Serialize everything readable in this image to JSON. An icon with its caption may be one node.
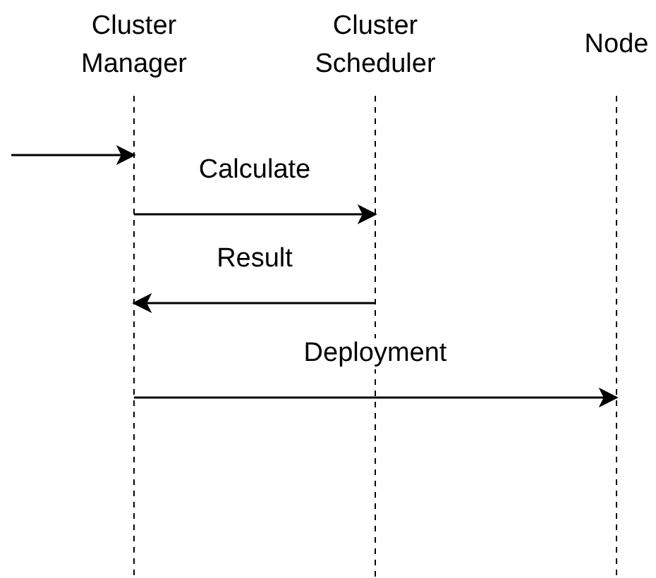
{
  "diagram": {
    "nodes": [
      {
        "text": [
          "Cluster Manager"
        ]
      },
      {
        "text": [
          "Cluster Scheduler"
        ]
      },
      {
        "text": [
          "Node"
        ]
      }
    ],
    "edges": [
      {
        "from": null,
        "to": 0,
        "arrow": "to"
      },
      {
        "from": 0,
        "to": 1,
        "arrow": "to",
        "label": "Calculate"
      },
      {
        "from": 1,
        "to": 0,
        "arrow": "to",
        "label": "Result"
      },
      {
        "from": 0,
        "to": 2,
        "arrow": "to",
        "label": "Deployment"
      }
    ]
  }
}
